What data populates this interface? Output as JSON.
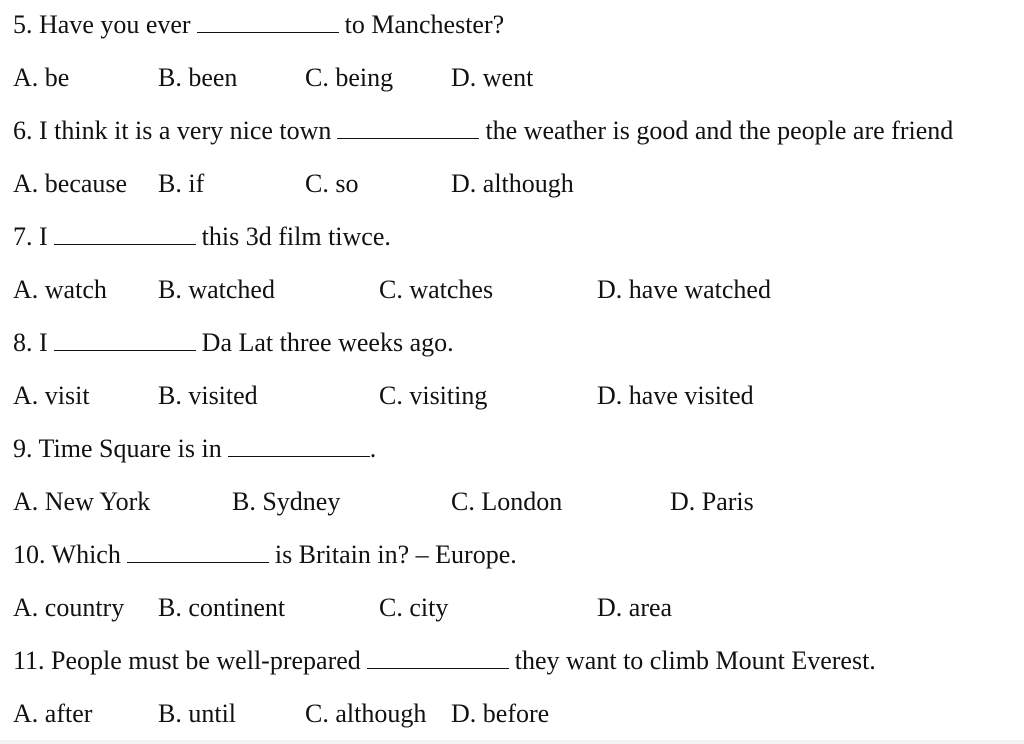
{
  "questions": [
    {
      "stem_before": "5. Have you ever",
      "stem_after": "to Manchester?",
      "options": [
        "A. be",
        "B. been",
        "C. being",
        "D. went"
      ]
    },
    {
      "stem_before": "6. I think it is a very nice town",
      "stem_after": "the weather is good and the people are friend",
      "options": [
        "A. because",
        "B. if",
        "C. so",
        "D. although"
      ]
    },
    {
      "stem_before": "7. I",
      "stem_after": "this 3d film tiwce.",
      "options": [
        "A. watch",
        "B. watched",
        "C. watches",
        "D. have watched"
      ]
    },
    {
      "stem_before": "8. I",
      "stem_after": "Da Lat three weeks ago.",
      "options": [
        "A. visit",
        "B. visited",
        "C. visiting",
        "D. have visited"
      ]
    },
    {
      "stem_before": "9. Time Square is in",
      "stem_after": ".",
      "options": [
        "A. New York",
        "B. Sydney",
        "C. London",
        "D. Paris"
      ]
    },
    {
      "stem_before": "10. Which",
      "stem_after": "is Britain in? – Europe.",
      "options": [
        "A. country",
        "B. continent",
        "C. city",
        "D. area"
      ]
    },
    {
      "stem_before": "11. People must be well-prepared",
      "stem_after": "they want to climb Mount Everest.",
      "options": [
        "A. after",
        "B. until",
        "C. although",
        "D. before"
      ]
    }
  ]
}
